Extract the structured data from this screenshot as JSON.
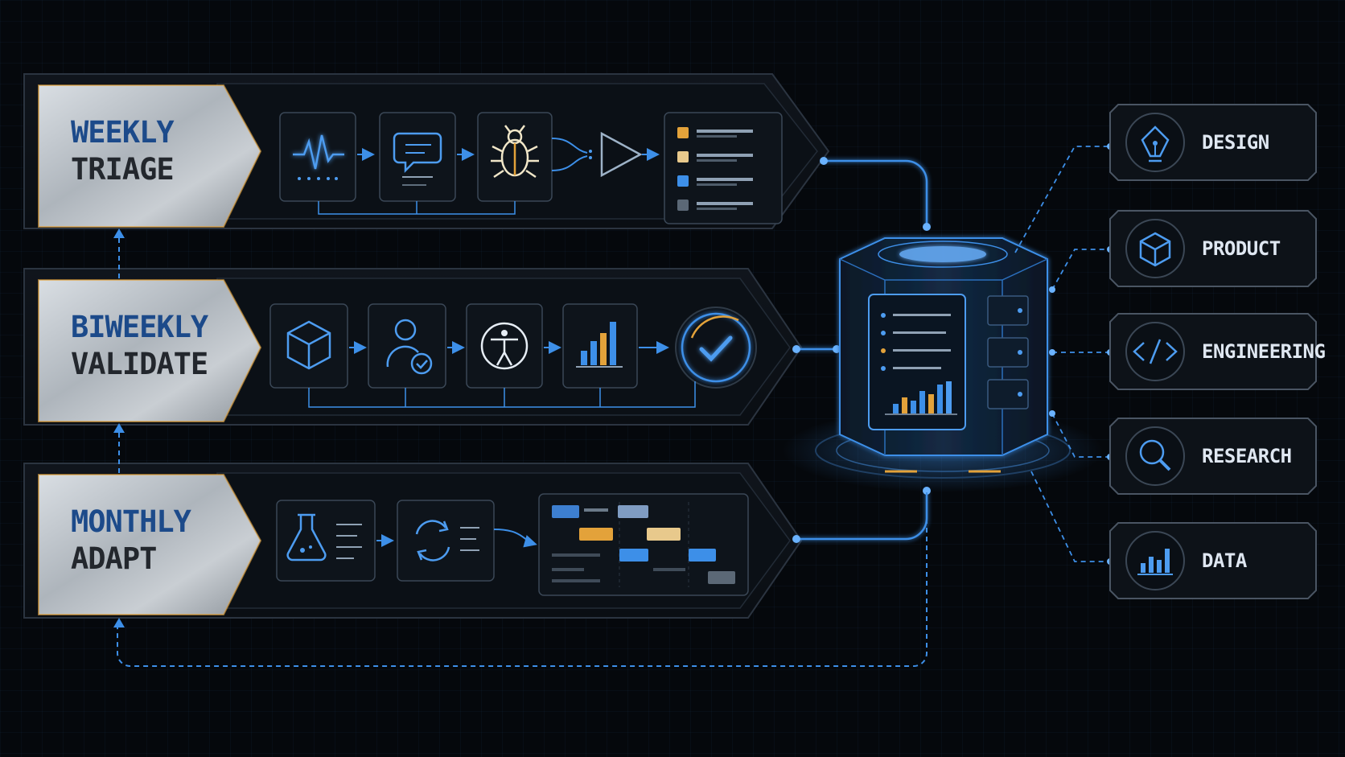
{
  "cadences": [
    {
      "id": "weekly",
      "line1": "WEEKLY",
      "line2": "TRIAGE"
    },
    {
      "id": "biweekly",
      "line1": "BIWEEKLY",
      "line2": "VALIDATE"
    },
    {
      "id": "monthly",
      "line1": "MONTHLY",
      "line2": "ADAPT"
    }
  ],
  "teams": [
    {
      "id": "design",
      "label": "DESIGN",
      "icon": "pen-nib-icon"
    },
    {
      "id": "product",
      "label": "PRODUCT",
      "icon": "cube-icon"
    },
    {
      "id": "engineering",
      "label": "ENGINEERING",
      "icon": "code-icon"
    },
    {
      "id": "research",
      "label": "RESEARCH",
      "icon": "magnifier-icon"
    },
    {
      "id": "data",
      "label": "DATA",
      "icon": "bar-chart-icon"
    }
  ],
  "pipeline_icons": {
    "weekly": [
      "pulse-waveform-icon",
      "chat-bubble-icon",
      "bug-icon",
      "funnel-icon",
      "priority-list-icon"
    ],
    "biweekly": [
      "cube-icon",
      "user-check-icon",
      "accessibility-icon",
      "bar-chart-icon",
      "check-circle-icon"
    ],
    "monthly": [
      "flask-icon",
      "refresh-cycle-icon",
      "roadmap-board-icon"
    ]
  },
  "hub_icon": "central-repository-hub-icon",
  "colors": {
    "background": "#05080c",
    "accent_blue": "#3d8fe8",
    "accent_orange": "#e3a23a",
    "metal": "#b9c0c7",
    "cadence_line1": "#1c4a8a",
    "cadence_line2": "#23272d"
  }
}
